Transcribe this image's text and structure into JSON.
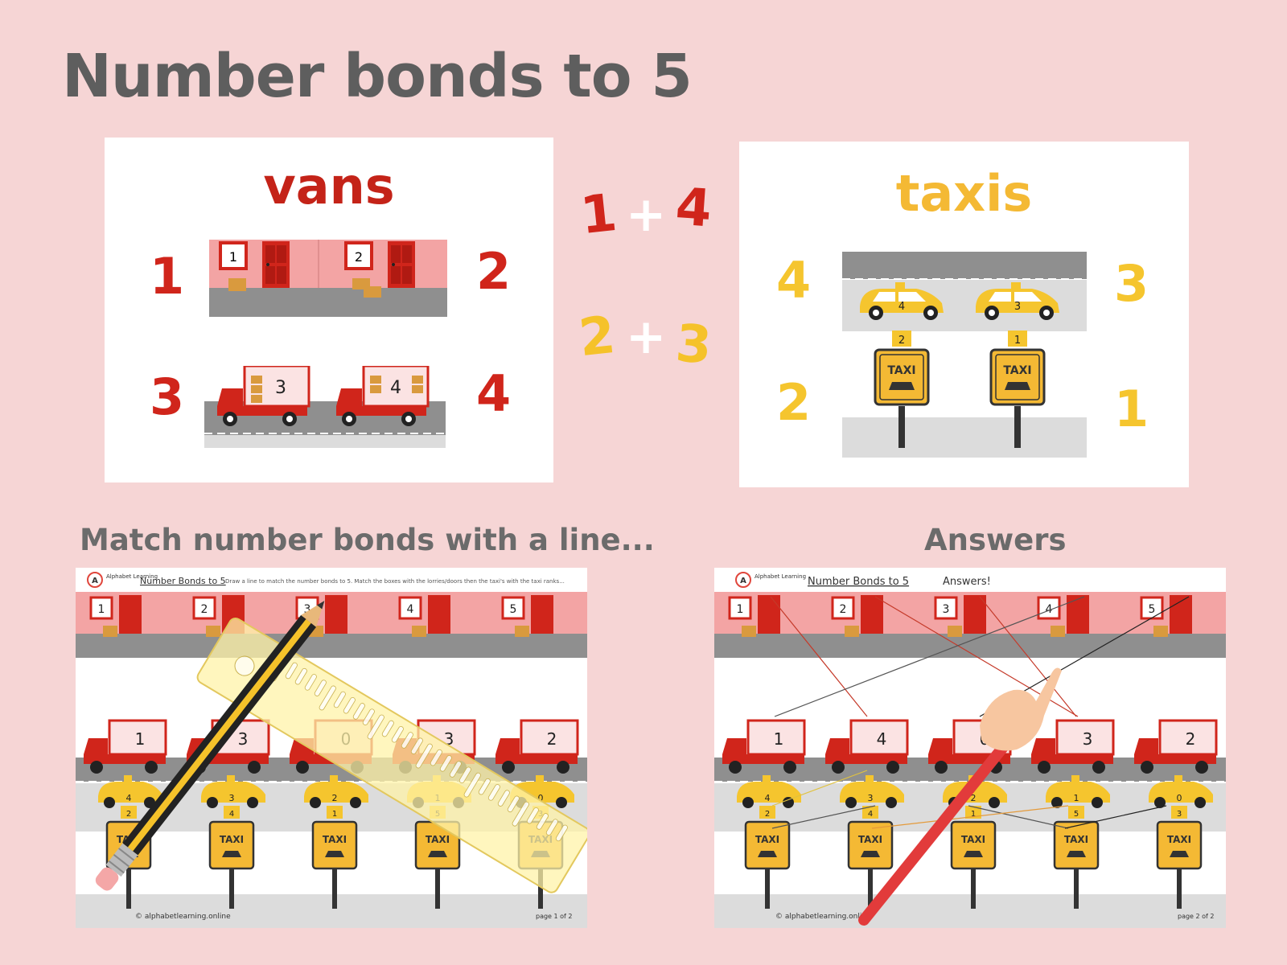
{
  "title": "Number bonds to 5",
  "colors": {
    "background": "#f6d5d5",
    "title": "#5e5e5e",
    "van_red": "#d0251b",
    "taxi_yellow": "#f5c52e",
    "taxi_orange": "#f4b934",
    "road_grey": "#8f8f8f",
    "wall_pink": "#f3a4a4",
    "box_tan": "#d99a3e"
  },
  "vans_card": {
    "title": "vans",
    "doors": [
      "1",
      "2"
    ],
    "lorries": [
      "3",
      "4"
    ],
    "numbers": [
      "1",
      "2",
      "3",
      "4"
    ]
  },
  "bonds": [
    {
      "a": "1",
      "plus": "+",
      "b": "4"
    },
    {
      "a": "2",
      "plus": "+",
      "b": "3"
    }
  ],
  "taxis_card": {
    "title": "taxis",
    "cars": [
      "4",
      "3"
    ],
    "ranks": [
      "2",
      "1"
    ],
    "rank_label": "TAXI",
    "numbers": [
      "4",
      "3",
      "2",
      "1"
    ]
  },
  "worksheet_left": {
    "heading": "Match number bonds with a line...",
    "logo": "Alphabet Learning",
    "sheet_title": "Number Bonds to 5",
    "instructions": "Draw a line to match the number bonds to 5. Match the boxes with the lorries/doors then the taxi's with the taxi ranks...",
    "doors": [
      "1",
      "2",
      "3",
      "4",
      "5"
    ],
    "lorries": [
      "1",
      "3",
      "0",
      "3",
      "2"
    ],
    "cars": [
      "4",
      "3",
      "2",
      "1",
      "0"
    ],
    "ranks": [
      "2",
      "4",
      "1",
      "5",
      "3"
    ],
    "rank_label": "TAXI",
    "footer_left": "© alphabetlearning.online",
    "footer_right": "page 1 of 2"
  },
  "worksheet_right": {
    "heading": "Answers",
    "logo": "Alphabet Learning",
    "sheet_title": "Number Bonds to 5",
    "subtitle": "Answers!",
    "doors": [
      "1",
      "2",
      "3",
      "4",
      "5"
    ],
    "lorries": [
      "1",
      "4",
      "0",
      "3",
      "2"
    ],
    "cars": [
      "4",
      "3",
      "2",
      "1",
      "0"
    ],
    "ranks": [
      "2",
      "4",
      "1",
      "5",
      "3"
    ],
    "rank_label": "TAXI",
    "footer_left": "© alphabetlearning.online",
    "footer_right": "page 2 of 2"
  }
}
